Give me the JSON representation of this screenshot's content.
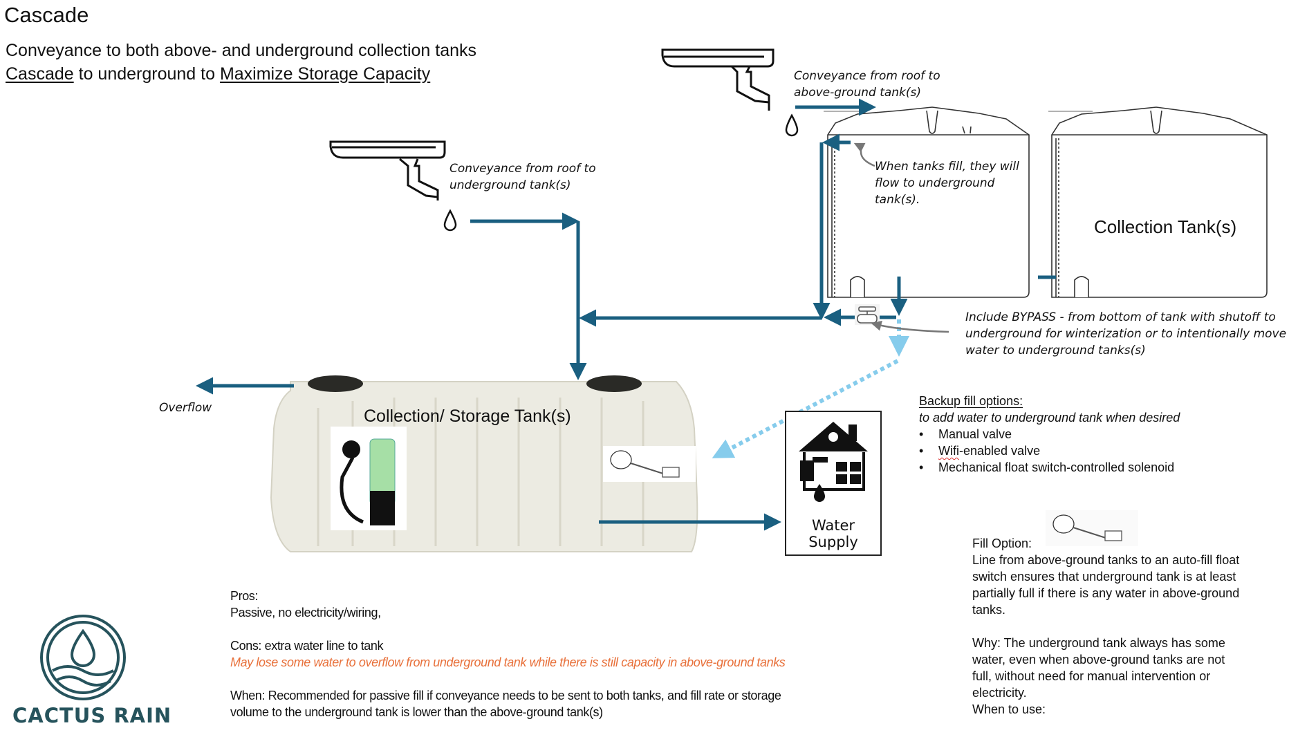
{
  "header": {
    "title": "Cascade",
    "subtitle_line1": "Conveyance to both above- and underground collection tanks",
    "subtitle_line2_link1": "Cascade",
    "subtitle_line2_mid": " to underground to ",
    "subtitle_line2_link2": "Maximize Storage Capacity"
  },
  "annotations": {
    "roof_to_aboveground": [
      "Conveyance from roof to",
      "above-ground tank(s)"
    ],
    "roof_to_underground": [
      "Conveyance from roof to",
      "underground tank(s)"
    ],
    "tanks_fill": [
      "When tanks fill, they will",
      "flow to underground",
      "tank(s)."
    ],
    "bypass": [
      "Include BYPASS - from bottom of tank with shutoff to",
      "underground for winterization or to intentionally move",
      "water to underground tanks(s)"
    ],
    "overflow": "Overflow"
  },
  "labels": {
    "collection_tanks": "Collection Tank(s)",
    "storage_tank": "Collection/ Storage Tank(s)",
    "water_supply": "Water Supply"
  },
  "backup": {
    "heading": "Backup fill options:",
    "subheading": "to add water to underground tank when desired",
    "items": [
      {
        "pre": "",
        "squiggle": "",
        "text": "Manual valve"
      },
      {
        "pre": "",
        "squiggle": "Wifi",
        "text": "-enabled valve"
      },
      {
        "pre": "",
        "squiggle": "",
        "text": "Mechanical float switch-controlled solenoid"
      }
    ]
  },
  "fill_option": {
    "label": "Fill Option:",
    "description": [
      "Line from above-ground tanks to an auto-fill float",
      "switch ensures that underground tank is at least",
      "partially full if there is any water in above-ground",
      "tanks."
    ],
    "why": [
      "Why: The underground tank always has some",
      "water, even when above-ground tanks are not",
      "full, without need for manual intervention or",
      "electricity."
    ],
    "when": "When to use:"
  },
  "pros_cons": {
    "pros_label": "Pros:",
    "pros_text": "Passive, no electricity/wiring,",
    "cons_label": "Cons: extra water line to tank",
    "cons_warning": "May lose some water to overflow from underground tank while there is still capacity in above-ground tanks",
    "when_line1": "When: Recommended for passive fill if conveyance needs to be sent to both tanks, and fill rate or storage",
    "when_line2": "volume to the underground tank is lower than the above-ground tank(s)"
  },
  "logo": {
    "name": "CACTUS RAIN",
    "icon": "water-drop-waves-icon"
  },
  "colors": {
    "pipe": "#1a5f80",
    "dotted_pipe": "#86ccec",
    "callout_arrow": "#777777",
    "warning": "#e8703a",
    "logo": "#26535c",
    "tank_fill": "#ecebe2"
  }
}
